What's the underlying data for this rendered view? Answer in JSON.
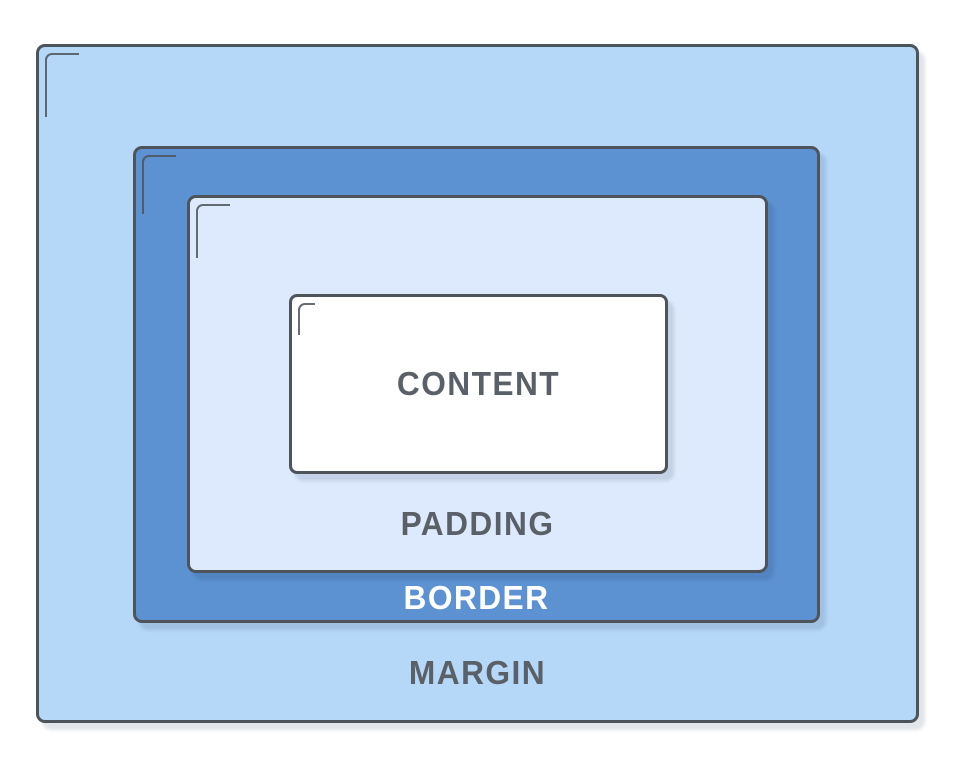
{
  "diagram": {
    "type": "css-box-model",
    "labels": {
      "content": "CONTENT",
      "padding": "PADDING",
      "border": "BORDER",
      "margin": "MARGIN"
    },
    "colors": {
      "margin_fill": "#B5D7F8",
      "border_fill": "#5C91D2",
      "padding_fill": "#DDE9FC",
      "content_fill": "#FFFFFF",
      "stroke": "#4D545A",
      "label_dark": "#5A6068",
      "label_light": "#FFFFFF",
      "page_background": "#FFFFFF"
    }
  }
}
